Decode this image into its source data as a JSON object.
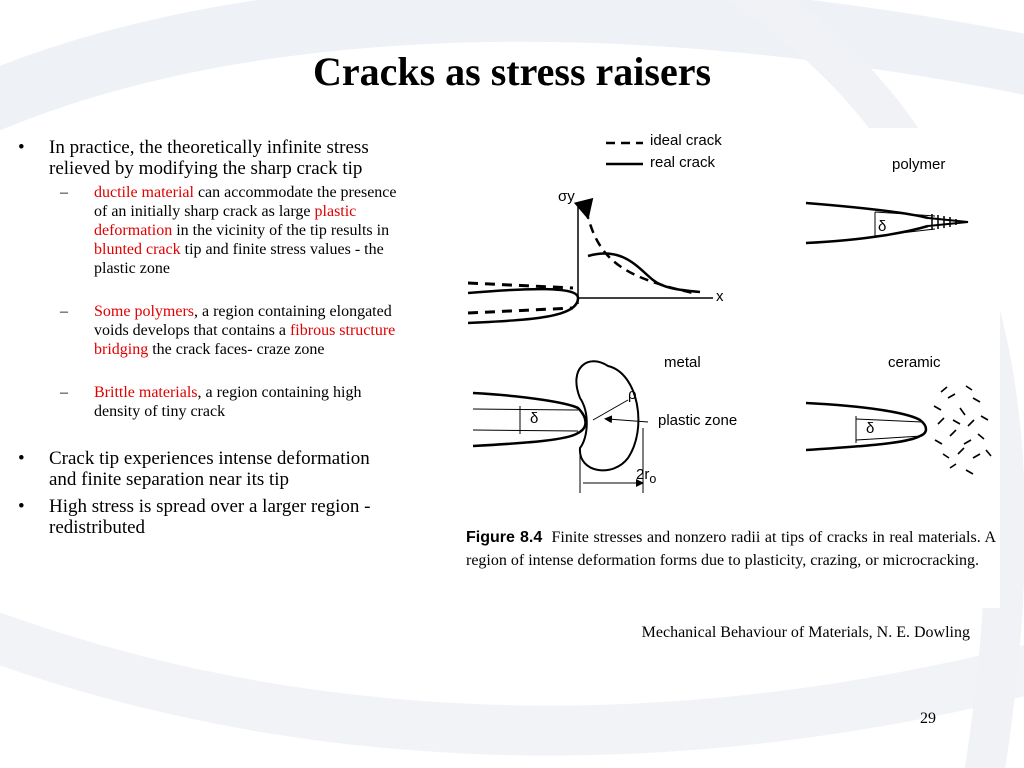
{
  "slide": {
    "title": "Cracks as stress raisers",
    "page_number": "29"
  },
  "bullets": {
    "b1": "In practice, the theoretically infinite stress relieved by modifying the sharp crack tip",
    "sub1": {
      "r1": "ductile material",
      "t1": " can accommodate the presence of an initially sharp crack as large ",
      "r2": "plastic deformation",
      "t2": " in the vicinity of the tip results in ",
      "r3": "blunted crack",
      "t3": " tip and finite stress values - the plastic zone"
    },
    "sub2": {
      "r1": "Some polymers",
      "t1": ", a region containing elongated voids develops that contains a ",
      "r2": "fibrous structure bridging",
      "t2": " the crack faces- craze zone"
    },
    "sub3": {
      "r1": "Brittle materials",
      "t1": ", a region containing high density of tiny crack"
    },
    "b2": "Crack tip experiences intense deformation and finite separation near its tip",
    "b3": "High stress is spread over a larger region - redistributed"
  },
  "figure": {
    "legend_ideal": "ideal crack",
    "legend_real": "real crack",
    "axis_y": "σy",
    "axis_x": "x",
    "label_polymer": "polymer",
    "label_metal": "metal",
    "label_ceramic": "ceramic",
    "label_plastic_zone": "plastic zone",
    "label_rho": "ρ",
    "label_2r": "2r",
    "label_2r_sub": "o",
    "label_delta": "δ",
    "caption_bold": "Figure 8.4",
    "caption_text": "Finite stresses and nonzero radii at tips of cracks in real materials. A region of intense deformation forms due to plasticity, crazing, or microcracking."
  },
  "citation": "Mechanical Behaviour of Materials, N. E. Dowling",
  "colors": {
    "highlight": "#e00000"
  }
}
